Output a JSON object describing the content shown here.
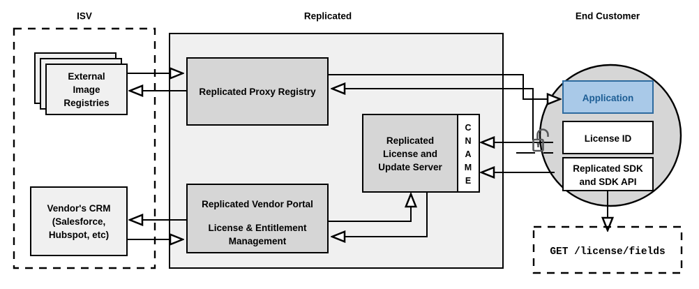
{
  "diagram": {
    "title_zones": [
      {
        "id": "isv",
        "label": "ISV"
      },
      {
        "id": "replicated",
        "label": "Replicated"
      },
      {
        "id": "end-customer",
        "label": "End Customer"
      }
    ],
    "colors": {
      "box_gray": "#d6d6d6",
      "box_light": "#f0f0f0",
      "zone_fill": "#f0f0f0",
      "circle_fill": "#d6d6d6",
      "application_fill": "#a9c9e8",
      "application_text": "#1c5d94",
      "white": "#ffffff",
      "stroke": "#000000",
      "lock_stroke": "#58595b"
    },
    "nodes": {
      "external_image_registries": {
        "lines": [
          "External",
          "Image",
          "Registries"
        ],
        "stacked": true,
        "stack_count": 3
      },
      "vendors_crm": {
        "lines": [
          "Vendor's CRM",
          "(Salesforce,",
          "Hubspot, etc)"
        ]
      },
      "replicated_proxy_registry": {
        "lines": [
          "Replicated Proxy Registry"
        ]
      },
      "replicated_license_and_update_server": {
        "lines": [
          "Replicated",
          "License and",
          "Update Server"
        ]
      },
      "cname_tab": {
        "letters": [
          "C",
          "N",
          "A",
          "M",
          "E"
        ]
      },
      "replicated_vendor_portal": {
        "lines": [
          "Replicated Vendor Portal",
          "License & Entitlement",
          "Management"
        ]
      },
      "application": {
        "lines": [
          "Application"
        ]
      },
      "license_id": {
        "lines": [
          "License ID"
        ]
      },
      "replicated_sdk": {
        "lines": [
          "Replicated SDK",
          "and SDK API"
        ]
      },
      "api_request": {
        "lines": [
          "GET /license/fields"
        ]
      }
    },
    "icons": {
      "unlock": "unlock-icon"
    }
  }
}
